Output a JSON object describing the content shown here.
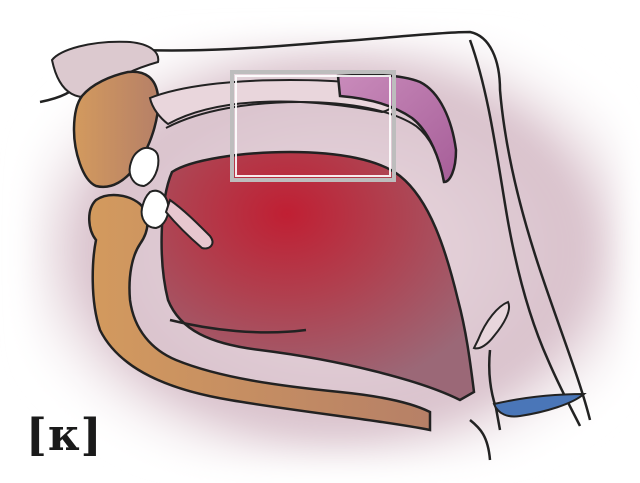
{
  "phoneme_label": "[к]",
  "colors": {
    "background_haze": "#d8c8cf",
    "skin": "#c98f57",
    "tongue": "#c2273a",
    "tongue_back": "#9a5a6a",
    "velum": "#b86fa8",
    "teeth": "#ffffff",
    "outline": "#222222",
    "larynx_blue": "#4a76b8",
    "highlight_box": "#b8b8b8"
  },
  "parts": [
    "upper-lip",
    "lower-lip",
    "upper-teeth",
    "lower-teeth",
    "hard-palate",
    "soft-palate",
    "tongue",
    "pharynx",
    "epiglottis",
    "vocal-cords",
    "highlight-box"
  ]
}
